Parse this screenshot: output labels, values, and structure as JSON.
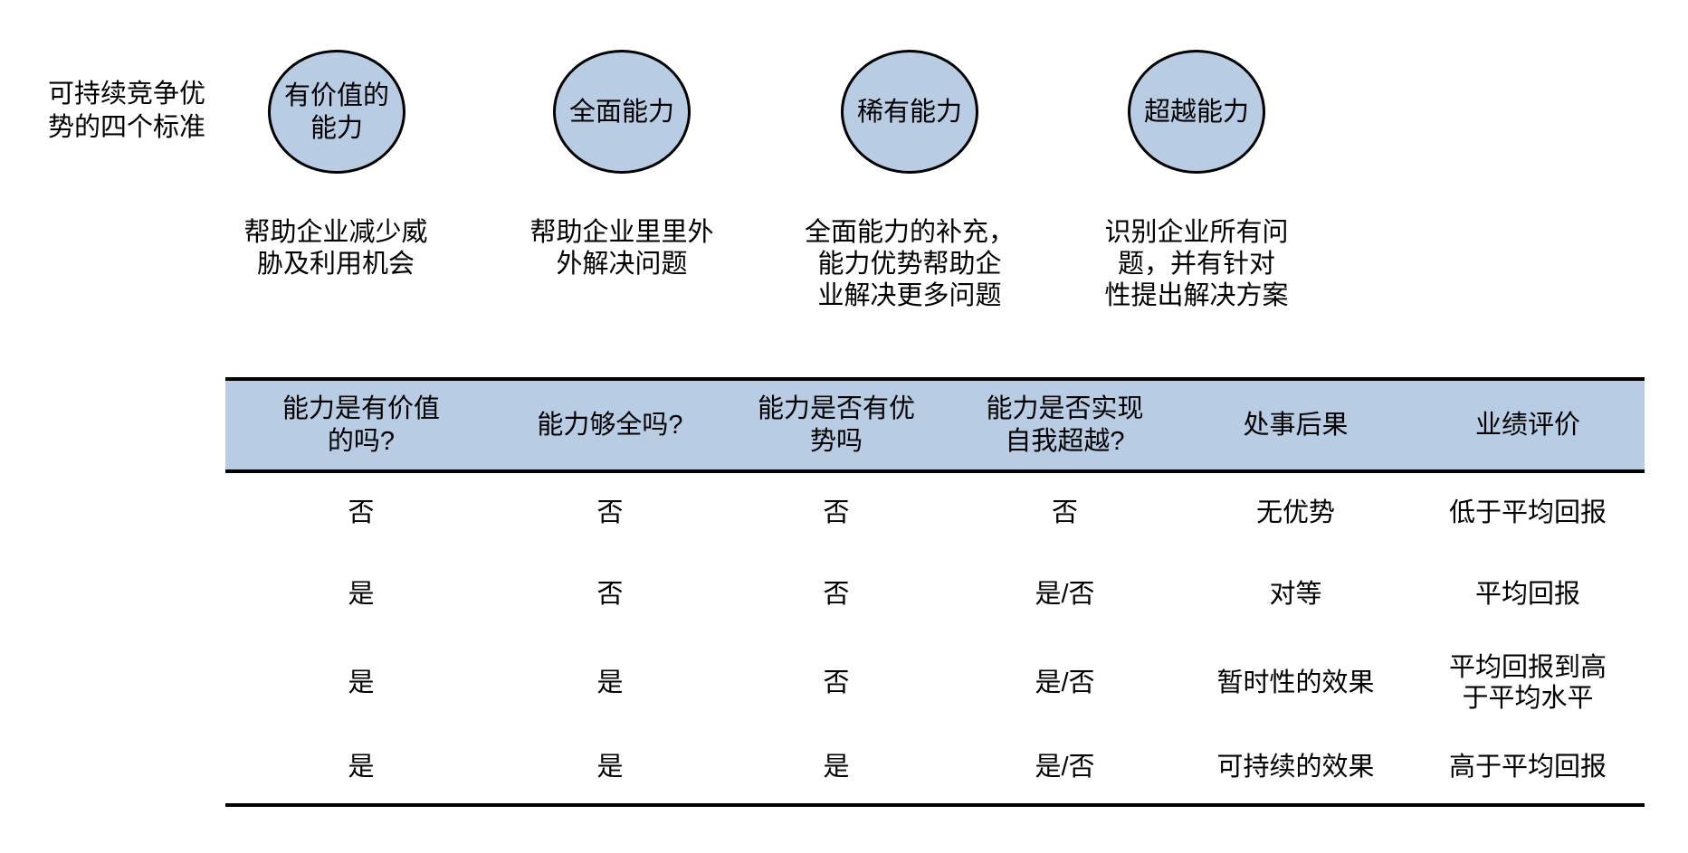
{
  "colors": {
    "circle_fill": "#b8cce4",
    "header_fill": "#b8cce4",
    "line": "#000000",
    "text": "#000000"
  },
  "title": "可持续竞争优\n势的四个标准",
  "criteria": [
    {
      "circle_label": "有价值的\n能力",
      "description": "帮助企业减少威\n胁及利用机会"
    },
    {
      "circle_label": "全面能力",
      "description": "帮助企业里里外\n外解决问题"
    },
    {
      "circle_label": "稀有能力",
      "description": "全面能力的补充，\n能力优势帮助企\n业解决更多问题"
    },
    {
      "circle_label": "超越能力",
      "description": "识别企业所有问\n题，并有针对\n性提出解决方案"
    }
  ],
  "table": {
    "headers": [
      "能力是有价值\n的吗?",
      "能力够全吗?",
      "能力是否有优\n势吗",
      "能力是否实现\n自我超越?",
      "处事后果",
      "业绩评价"
    ],
    "rows": [
      [
        "否",
        "否",
        "否",
        "否",
        "无优势",
        "低于平均回报"
      ],
      [
        "是",
        "否",
        "否",
        "是/否",
        "对等",
        "平均回报"
      ],
      [
        "是",
        "是",
        "否",
        "是/否",
        "暂时性的效果",
        "平均回报到高\n于平均水平"
      ],
      [
        "是",
        "是",
        "是",
        "是/否",
        "可持续的效果",
        "高于平均回报"
      ]
    ]
  }
}
